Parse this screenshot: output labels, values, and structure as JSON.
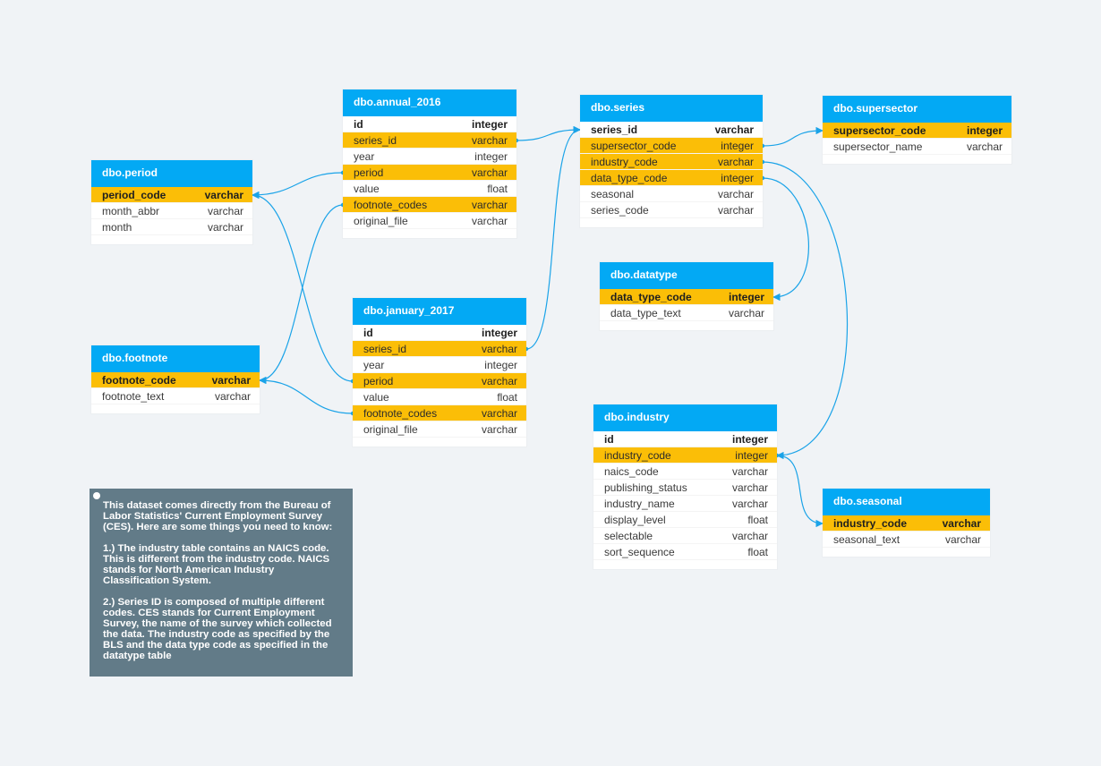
{
  "colors": {
    "background": "#f0f3f6",
    "header": "#03a9f4",
    "key_row": "#fbbe07",
    "link": "#1aa3e8",
    "note": "#627b88"
  },
  "tables": [
    {
      "id": "annual",
      "name": "dbo.annual_2016",
      "rows": [
        {
          "name": "id",
          "type": "integer",
          "pk": true
        },
        {
          "name": "series_id",
          "type": "varchar",
          "key": true
        },
        {
          "name": "year",
          "type": "integer"
        },
        {
          "name": "period",
          "type": "varchar",
          "key": true
        },
        {
          "name": "value",
          "type": "float"
        },
        {
          "name": "footnote_codes",
          "type": "varchar",
          "key": true
        },
        {
          "name": "original_file",
          "type": "varchar"
        }
      ]
    },
    {
      "id": "series",
      "name": "dbo.series",
      "rows": [
        {
          "name": "series_id",
          "type": "varchar",
          "pk": true
        },
        {
          "name": "supersector_code",
          "type": "integer",
          "key": true
        },
        {
          "name": "industry_code",
          "type": "varchar",
          "key": true
        },
        {
          "name": "data_type_code",
          "type": "integer",
          "key": true
        },
        {
          "name": "seasonal",
          "type": "varchar"
        },
        {
          "name": "series_code",
          "type": "varchar"
        }
      ]
    },
    {
      "id": "supersector",
      "name": "dbo.supersector",
      "rows": [
        {
          "name": "supersector_code",
          "type": "integer",
          "key": true,
          "pk": true
        },
        {
          "name": "supersector_name",
          "type": "varchar"
        }
      ]
    },
    {
      "id": "period",
      "name": "dbo.period",
      "rows": [
        {
          "name": "period_code",
          "type": "varchar",
          "key": true,
          "pk": true
        },
        {
          "name": "month_abbr",
          "type": "varchar"
        },
        {
          "name": "month",
          "type": "varchar"
        }
      ]
    },
    {
      "id": "datatype",
      "name": "dbo.datatype",
      "rows": [
        {
          "name": "data_type_code",
          "type": "integer",
          "key": true,
          "pk": true
        },
        {
          "name": "data_type_text",
          "type": "varchar"
        }
      ]
    },
    {
      "id": "january",
      "name": "dbo.january_2017",
      "rows": [
        {
          "name": "id",
          "type": "integer",
          "pk": true
        },
        {
          "name": "series_id",
          "type": "varchar",
          "key": true
        },
        {
          "name": "year",
          "type": "integer"
        },
        {
          "name": "period",
          "type": "varchar",
          "key": true
        },
        {
          "name": "value",
          "type": "float"
        },
        {
          "name": "footnote_codes",
          "type": "varchar",
          "key": true
        },
        {
          "name": "original_file",
          "type": "varchar"
        }
      ]
    },
    {
      "id": "footnote",
      "name": "dbo.footnote",
      "rows": [
        {
          "name": "footnote_code",
          "type": "varchar",
          "key": true,
          "pk": true
        },
        {
          "name": "footnote_text",
          "type": "varchar"
        }
      ]
    },
    {
      "id": "industry",
      "name": "dbo.industry",
      "rows": [
        {
          "name": "id",
          "type": "integer",
          "pk": true
        },
        {
          "name": "industry_code",
          "type": "integer",
          "key": true
        },
        {
          "name": "naics_code",
          "type": "varchar"
        },
        {
          "name": "publishing_status",
          "type": "varchar"
        },
        {
          "name": "industry_name",
          "type": "varchar"
        },
        {
          "name": "display_level",
          "type": "float"
        },
        {
          "name": "selectable",
          "type": "varchar"
        },
        {
          "name": "sort_sequence",
          "type": "float"
        }
      ]
    },
    {
      "id": "seasonal",
      "name": "dbo.seasonal",
      "rows": [
        {
          "name": "industry_code",
          "type": "varchar",
          "key": true,
          "pk": true
        },
        {
          "name": "seasonal_text",
          "type": "varchar"
        }
      ]
    }
  ],
  "relations": [
    {
      "from": "annual.series_id",
      "to": "series.series_id"
    },
    {
      "from": "january.series_id",
      "to": "series.series_id"
    },
    {
      "from": "annual.period",
      "to": "period.period_code"
    },
    {
      "from": "january.period",
      "to": "period.period_code"
    },
    {
      "from": "annual.footnote_codes",
      "to": "footnote.footnote_code"
    },
    {
      "from": "january.footnote_codes",
      "to": "footnote.footnote_code"
    },
    {
      "from": "series.supersector_code",
      "to": "supersector.supersector_code"
    },
    {
      "from": "series.data_type_code",
      "to": "datatype.data_type_code"
    },
    {
      "from": "series.industry_code",
      "to": "industry.industry_code"
    },
    {
      "from": "industry.industry_code",
      "to": "seasonal.industry_code"
    }
  ],
  "note": {
    "paragraphs": [
      "This dataset comes directly from the Bureau of Labor Statistics' Current Employment Survey (CES). Here are some things you need to know:",
      "1.) The industry table contains an NAICS code. This is different from the industry code. NAICS stands for North American Industry Classification System.",
      "2.) Series ID is composed of multiple different codes. CES stands for Current Employment Survey, the name of the survey which collected the data. The industry code as specified by the BLS and the data type code as specified in the datatype table"
    ]
  }
}
